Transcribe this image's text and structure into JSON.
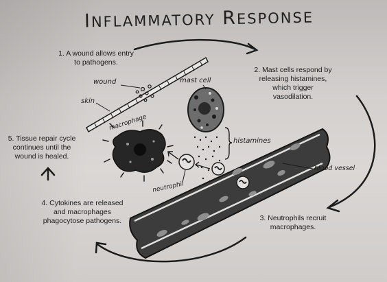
{
  "title": {
    "first_cap": "I",
    "first_rest": "NFLAMMATORY",
    "second_cap": "R",
    "second_rest": "ESPONSE"
  },
  "steps": {
    "s1": [
      "1. A wound allows entry",
      "to pathogens."
    ],
    "s2": [
      "2. Mast cells respond by",
      "releasing histamines,",
      "which trigger",
      "vasodilation."
    ],
    "s3": [
      "3. Neutrophils recruit",
      "macrophages."
    ],
    "s4": [
      "4. Cytokines are released",
      "and macrophages",
      "phagocytose pathogens."
    ],
    "s5": [
      "5. Tissue repair cycle",
      "continues until the",
      "wound is healed."
    ]
  },
  "labels": {
    "wound": "wound",
    "mast_cell": "mast cell",
    "skin": "skin",
    "macrophage": "macrophage",
    "histamines": "histamines",
    "blood_vessel": "blood vessel",
    "neutrophil": "neutrophil"
  },
  "colors": {
    "ink": "#1c1c1c",
    "vessel_dark": "#3a3a3a",
    "vessel_spot": "#8c8c8c",
    "paper": "#d6d3d1"
  }
}
